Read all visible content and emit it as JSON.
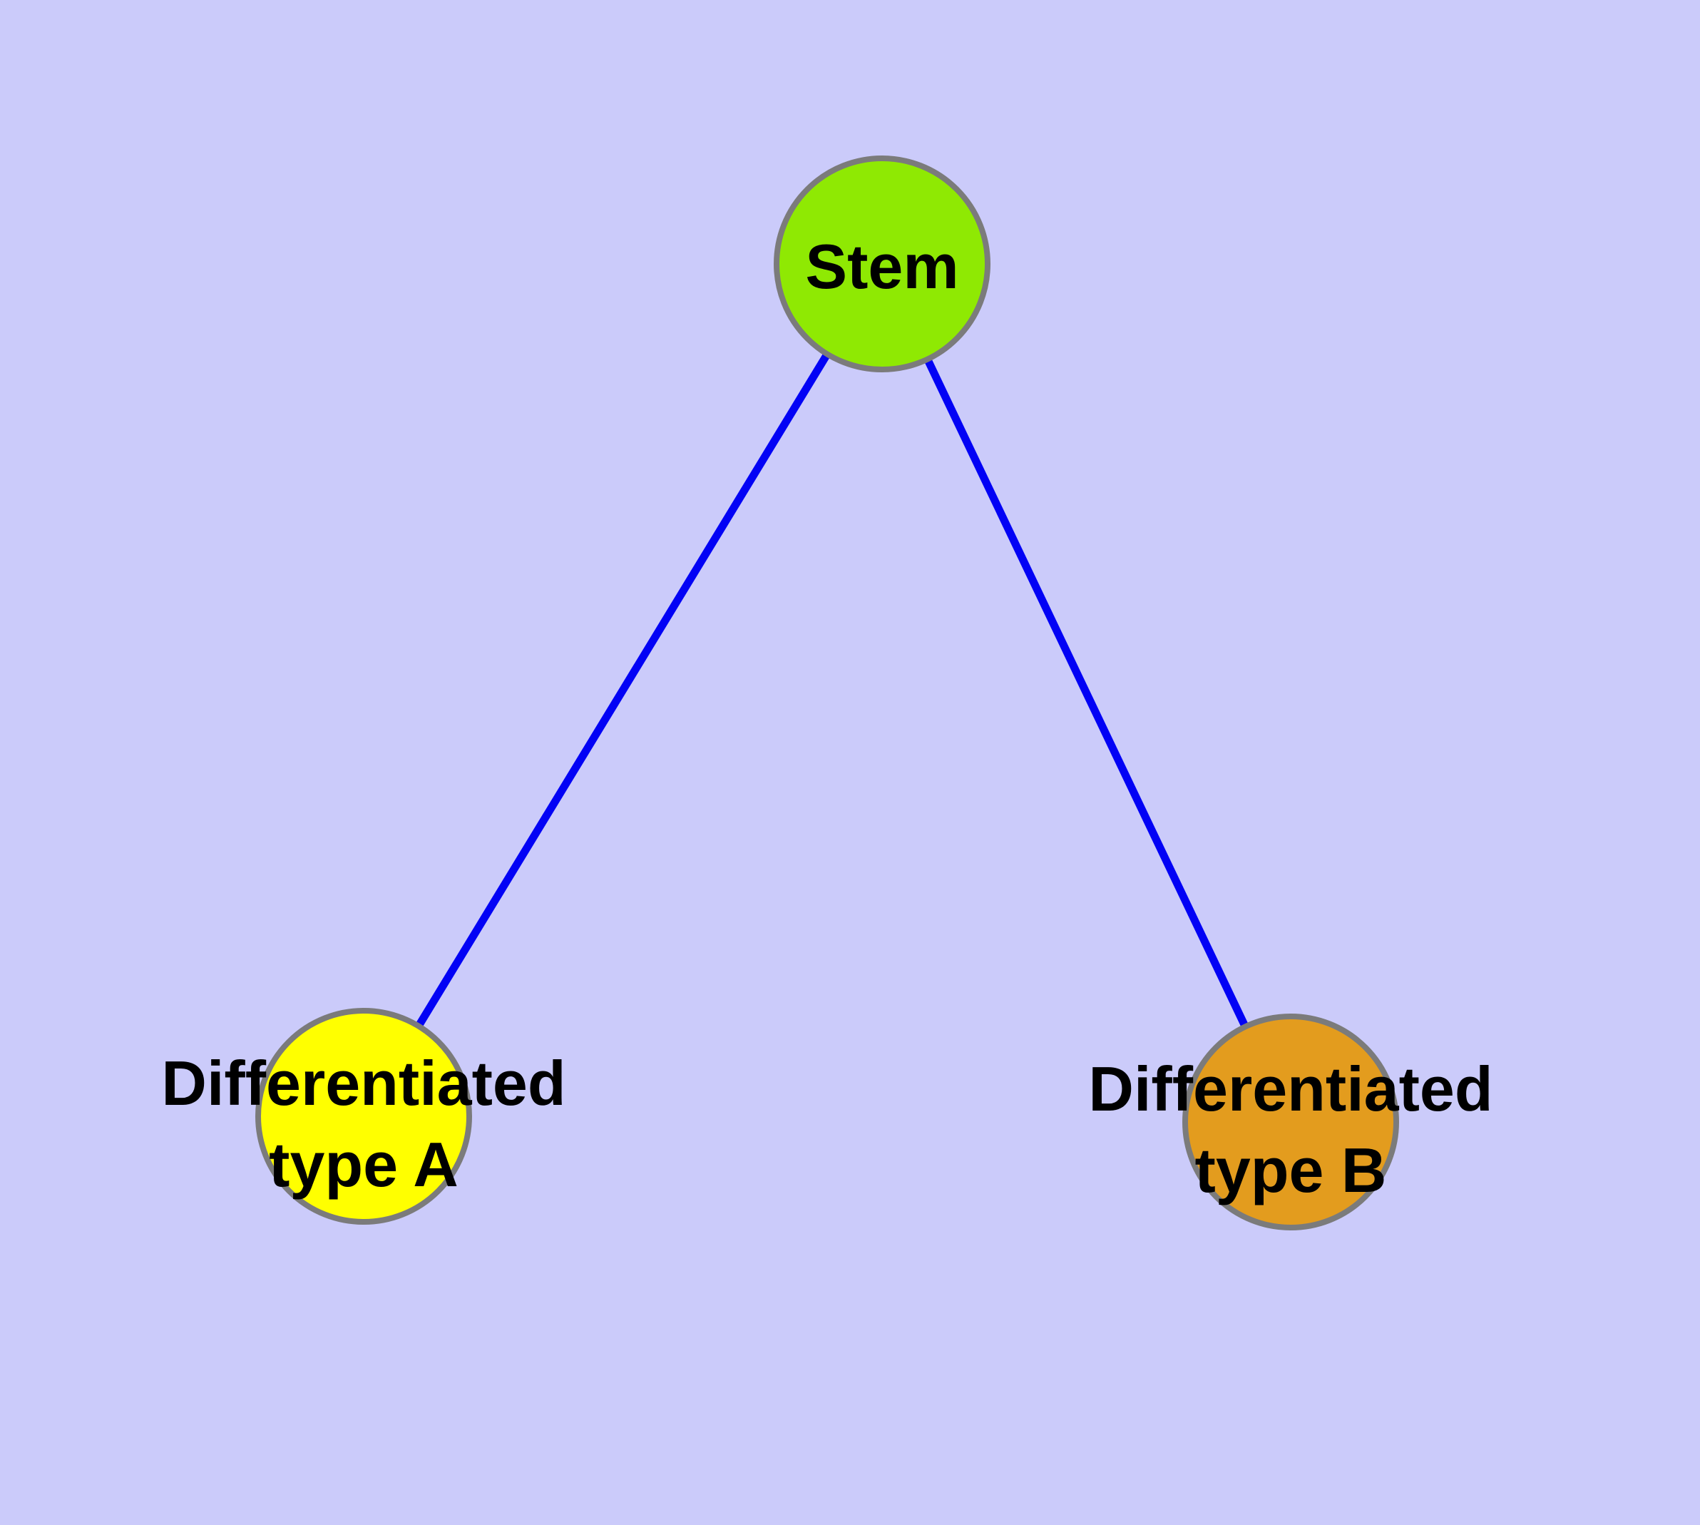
{
  "diagram": {
    "type": "graph",
    "description": "Stem cell differentiation tree: one stem node with two differentiated daughter cell types",
    "background_color": "#cbcbfa",
    "edge_color": "#0202f5",
    "node_border_color": "#7b7b7b",
    "label_color": "#000000",
    "nodes": [
      {
        "id": "stem",
        "label": "Stem",
        "label_line1": "Stem",
        "label_line2": "",
        "color": "#8fe903"
      },
      {
        "id": "differentiated-type-a",
        "label": "Differentiated type A",
        "label_line1": "Differentiated",
        "label_line2": "type A",
        "color": "#ffff00"
      },
      {
        "id": "differentiated-type-b",
        "label": "Differentiated type B",
        "label_line1": "Differentiated",
        "label_line2": "type B",
        "color": "#e39c1e"
      }
    ],
    "edges": [
      {
        "from": "stem",
        "to": "differentiated-type-a"
      },
      {
        "from": "stem",
        "to": "differentiated-type-b"
      }
    ]
  }
}
